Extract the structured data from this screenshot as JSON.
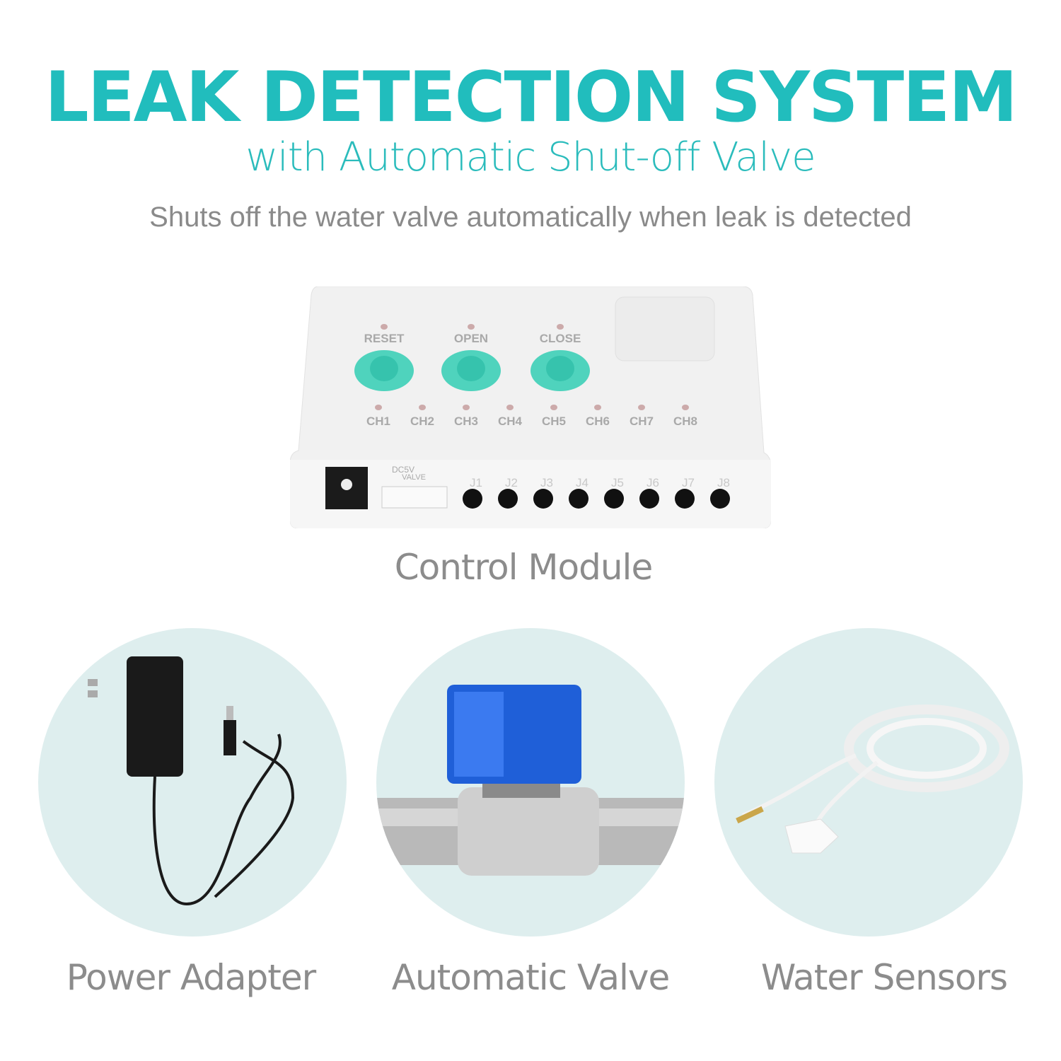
{
  "header": {
    "title": "LEAK DETECTION SYSTEM",
    "subtitle": "with Automatic Shut-off Valve",
    "tagline": "Shuts off the water valve automatically when  leak is detected"
  },
  "control_module": {
    "caption": "Control Module",
    "buttons": [
      "RESET",
      "OPEN",
      "CLOSE"
    ],
    "channels": [
      "CH1",
      "CH2",
      "CH3",
      "CH4",
      "CH5",
      "CH6",
      "CH7",
      "CH8"
    ],
    "power_label": "DC5V",
    "valve_port_label": "VALVE",
    "jacks": [
      "J1",
      "J2",
      "J3",
      "J4",
      "J5",
      "J6",
      "J7",
      "J8"
    ],
    "button_color": "#4fd3bd"
  },
  "components": [
    {
      "caption": "Power Adapter"
    },
    {
      "caption": "Automatic Valve"
    },
    {
      "caption": "Water Sensors"
    }
  ],
  "colors": {
    "accent": "#21bdbd",
    "circle_bg": "#deeeee",
    "caption_text": "#8c8c8c"
  }
}
